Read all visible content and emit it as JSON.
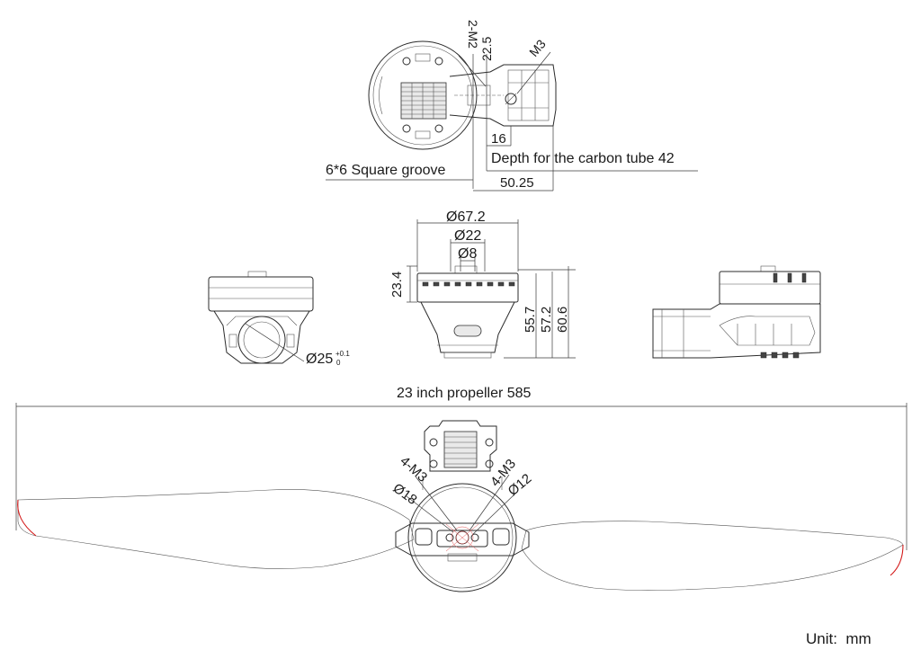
{
  "top_view": {
    "label_2m2": "2-M2",
    "label_22_5": "22.5",
    "label_m3": "M3",
    "label_16": "16",
    "label_depth": "Depth for the carbon tube 42",
    "label_groove": "6*6 Square groove",
    "label_50_25": "50.25"
  },
  "front_view": {
    "label_d67_2": "Ø67.2",
    "label_d22": "Ø22",
    "label_d8": "Ø8",
    "label_23_4": "23.4",
    "label_55_7": "55.7",
    "label_57_2": "57.2",
    "label_60_6": "60.6"
  },
  "side_view": {
    "label_d25": "Ø25",
    "label_tol_upper": "+0.1",
    "label_tol_lower": "0"
  },
  "bottom_view": {
    "label_propeller": "23 inch propeller 585",
    "label_4m3_left": "4-M3",
    "label_d18": "Ø18",
    "label_4m3_right": "4-M3",
    "label_d12": "Ø12"
  },
  "footer": {
    "unit": "Unit:  mm"
  },
  "colors": {
    "line": "#2b2b2b",
    "accent": "#d41c1c"
  }
}
